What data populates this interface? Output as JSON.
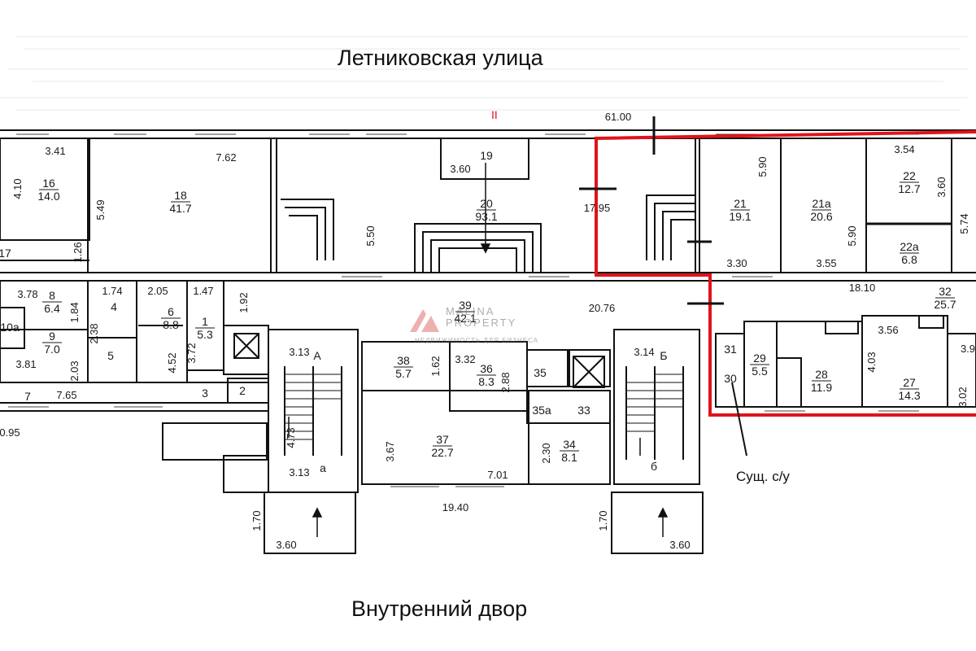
{
  "streets": {
    "top": "Летниковская улица",
    "bottom": "Внутренний двор"
  },
  "annotation": "Сущ. с/у",
  "watermark": {
    "line1": "MALINA PROPERTY",
    "line2": "НЕДВИЖИМОСТЬ ДЛЯ БИЗНЕСА"
  },
  "section_mark": "II",
  "rooms": [
    {
      "id": "16",
      "area": "14.0"
    },
    {
      "id": "18",
      "area": "41.7"
    },
    {
      "id": "19",
      "area": ""
    },
    {
      "id": "20",
      "area": "93.1"
    },
    {
      "id": "21",
      "area": "19.1"
    },
    {
      "id": "21а",
      "area": "20.6"
    },
    {
      "id": "22",
      "area": "12.7"
    },
    {
      "id": "22а",
      "area": "6.8"
    },
    {
      "id": "8",
      "area": "6.4"
    },
    {
      "id": "9",
      "area": "7.0"
    },
    {
      "id": "10а",
      "area": ""
    },
    {
      "id": "4",
      "area": ""
    },
    {
      "id": "6",
      "area": "8.8"
    },
    {
      "id": "1",
      "area": "5.3"
    },
    {
      "id": "5",
      "area": ""
    },
    {
      "id": "7",
      "area": ""
    },
    {
      "id": "3",
      "area": ""
    },
    {
      "id": "2",
      "area": ""
    },
    {
      "id": "17",
      "area": ""
    },
    {
      "id": "39",
      "area": "42.1"
    },
    {
      "id": "38",
      "area": "5.7"
    },
    {
      "id": "36",
      "area": "8.3"
    },
    {
      "id": "35",
      "area": ""
    },
    {
      "id": "35а",
      "area": ""
    },
    {
      "id": "33",
      "area": ""
    },
    {
      "id": "37",
      "area": "22.7"
    },
    {
      "id": "34",
      "area": "8.1"
    },
    {
      "id": "31",
      "area": ""
    },
    {
      "id": "30",
      "area": ""
    },
    {
      "id": "29",
      "area": "5.5"
    },
    {
      "id": "28",
      "area": "11.9"
    },
    {
      "id": "27",
      "area": "14.3"
    },
    {
      "id": "32",
      "area": "25.7"
    },
    {
      "id": "А",
      "area": ""
    },
    {
      "id": "а",
      "area": ""
    },
    {
      "id": "Б",
      "area": ""
    },
    {
      "id": "б",
      "area": ""
    }
  ],
  "dimensions": [
    "61.00",
    "3.41",
    "7.62",
    "4.10",
    "5.49",
    "1.26",
    "3.60",
    "5.50",
    "17.95",
    "5.90",
    "3.54",
    "3.60",
    "5.74",
    "5.90",
    "3.30",
    "3.55",
    "18.10",
    "3.78",
    "1.84",
    "1.74",
    "2.38",
    "2.05",
    "1.47",
    "1.92",
    "3.72",
    "4.52",
    "3.81",
    "2.03",
    "7.65",
    "0.95",
    "3.13",
    "4.73",
    "3.13",
    "1.62",
    "3.32",
    "2.88",
    "3.67",
    "7.01",
    "2.30",
    "3.14",
    "20.76",
    "3.56",
    "4.03",
    "3.02",
    "3.9",
    "19.40",
    "1.70",
    "3.60",
    "1.70",
    "3.60"
  ]
}
